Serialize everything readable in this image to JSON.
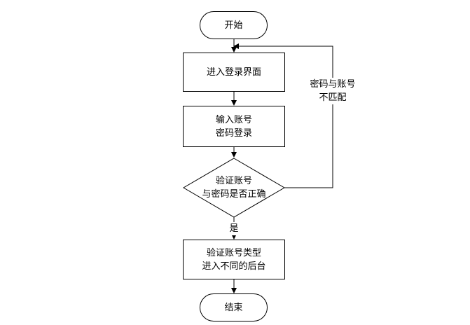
{
  "nodes": {
    "start": "开始",
    "login_page": "进入登录界面",
    "input_line1": "输入账号",
    "input_line2": "密码登录",
    "verify_line1": "验证账号",
    "verify_line2": "与密码是否正确",
    "dispatch_line1": "验证账号类型",
    "dispatch_line2": "进入不同的后台",
    "end": "结束"
  },
  "edges": {
    "mismatch_line1": "密码与账号",
    "mismatch_line2": "不匹配",
    "yes": "是"
  }
}
